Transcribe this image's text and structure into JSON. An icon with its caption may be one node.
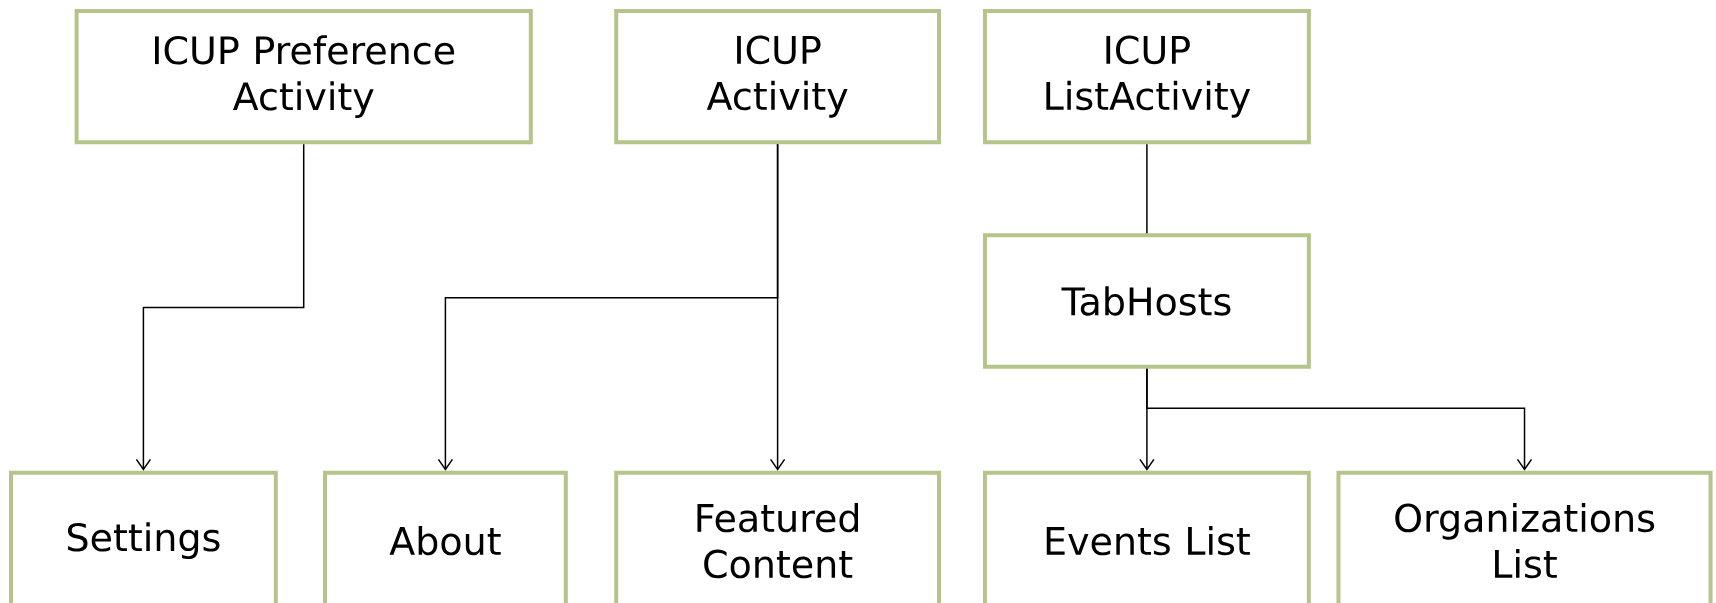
{
  "diagram": {
    "nodes": [
      {
        "text": [
          "ICUP Preference Activity"
        ]
      },
      {
        "text": [
          "ICUP Activity"
        ]
      },
      {
        "text": [
          "ICUP ListActivity"
        ]
      },
      {
        "text": [
          "TabHosts"
        ]
      },
      {
        "text": [
          "Settings"
        ]
      },
      {
        "text": [
          "About"
        ]
      },
      {
        "text": [
          "Featured Content"
        ]
      },
      {
        "text": [
          "Events List"
        ]
      },
      {
        "text": [
          "Organizations List"
        ]
      }
    ],
    "edges": [
      {
        "from": 0,
        "to": 4,
        "arrow": "to"
      },
      {
        "from": 1,
        "to": 5,
        "arrow": "to"
      },
      {
        "from": 1,
        "to": 6,
        "arrow": "to"
      },
      {
        "from": 2,
        "to": 3,
        "arrow": "none"
      },
      {
        "from": 3,
        "to": 7,
        "arrow": "to"
      },
      {
        "from": 3,
        "to": 8,
        "arrow": "to"
      }
    ]
  }
}
